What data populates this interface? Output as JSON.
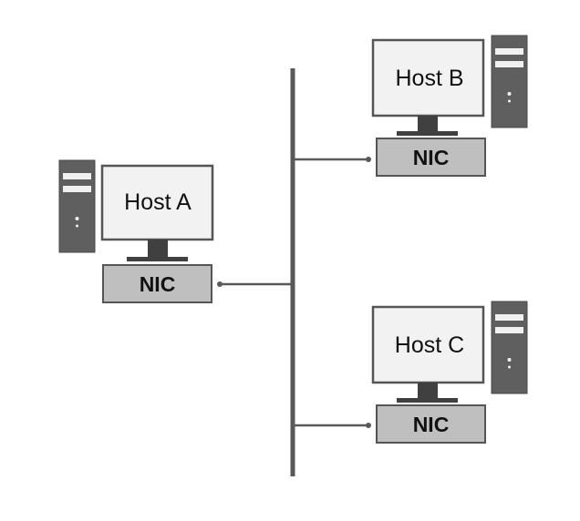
{
  "hosts": [
    {
      "id": "a",
      "name": "Host A",
      "nic_label": "NIC"
    },
    {
      "id": "b",
      "name": "Host B",
      "nic_label": "NIC"
    },
    {
      "id": "c",
      "name": "Host C",
      "nic_label": "NIC"
    }
  ],
  "colors": {
    "monitor_border": "#555555",
    "screen_fill": "#f2f2f2",
    "stand": "#404040",
    "tower": "#5f5f5f",
    "tower_slot": "#f0f0f0",
    "nic_fill": "#bfbfbf",
    "nic_border": "#555555",
    "bus": "#595959"
  }
}
